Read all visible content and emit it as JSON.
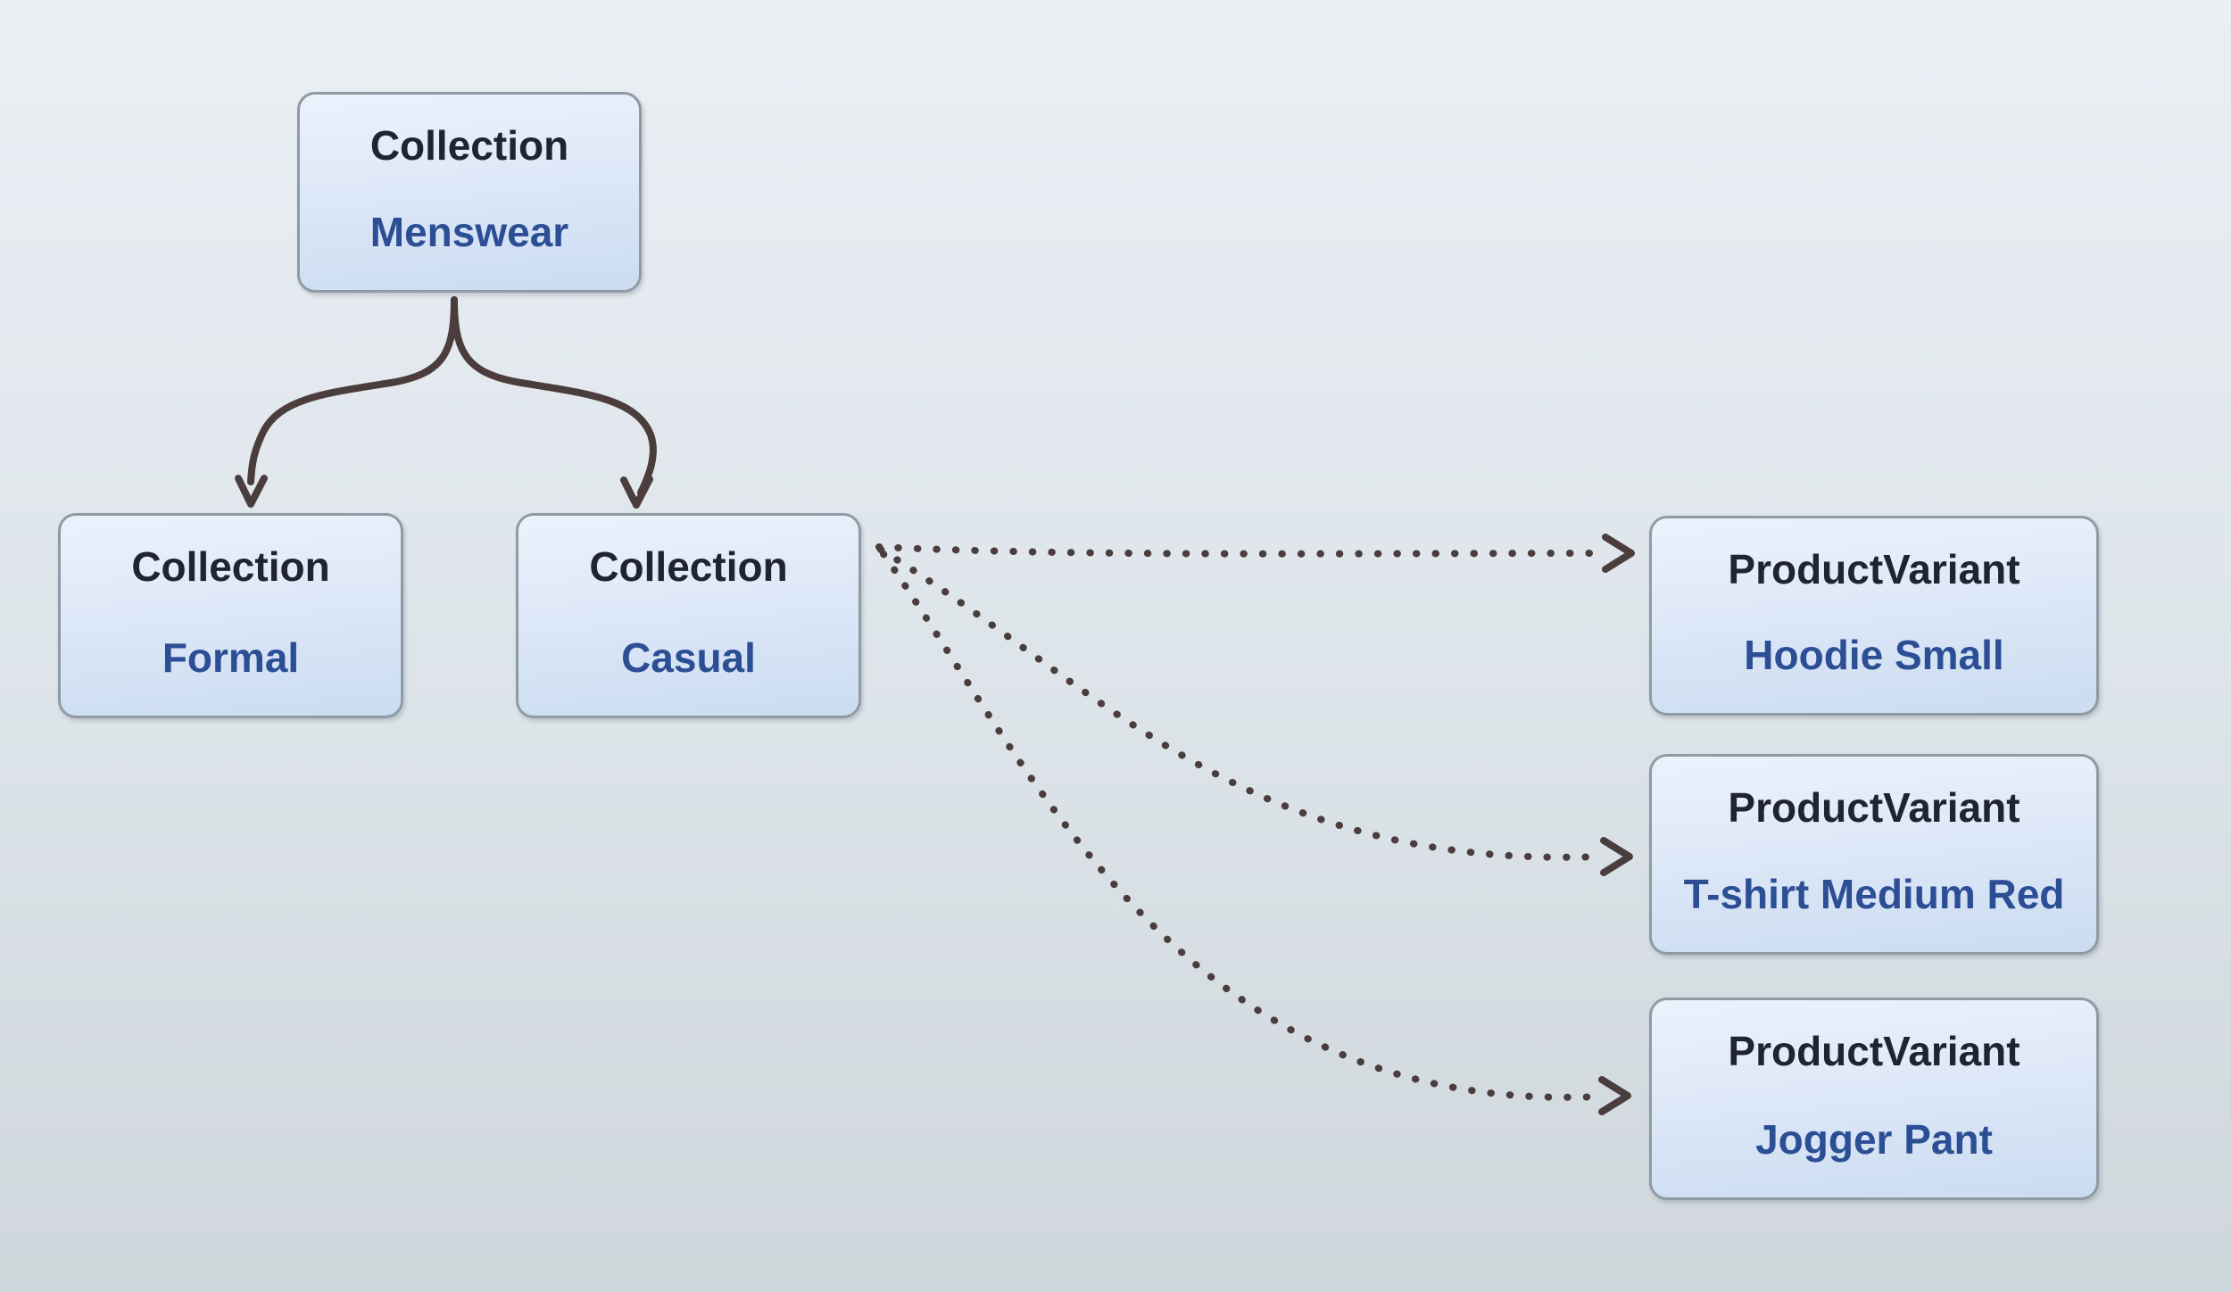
{
  "diagram": {
    "nodes": {
      "menswear": {
        "type": "Collection",
        "label": "Menswear"
      },
      "formal": {
        "type": "Collection",
        "label": "Formal"
      },
      "casual": {
        "type": "Collection",
        "label": "Casual"
      },
      "hoodie": {
        "type": "ProductVariant",
        "label": "Hoodie Small"
      },
      "tshirt": {
        "type": "ProductVariant",
        "label": "T-shirt Medium Red"
      },
      "jogger": {
        "type": "ProductVariant",
        "label": "Jogger Pant"
      }
    },
    "edges": [
      {
        "from": "Menswear",
        "to": "Formal",
        "style": "solid-arrow"
      },
      {
        "from": "Menswear",
        "to": "Casual",
        "style": "solid-arrow"
      },
      {
        "from": "Casual",
        "to": "Hoodie Small",
        "style": "dotted-arrow"
      },
      {
        "from": "Casual",
        "to": "T-shirt Medium Red",
        "style": "dotted-arrow"
      },
      {
        "from": "Casual",
        "to": "Jogger Pant",
        "style": "dotted-arrow"
      }
    ],
    "colors": {
      "node_fill_top": "#ecf2fc",
      "node_fill_bottom": "#cbdcf1",
      "node_border": "#8f9ba4",
      "type_text": "#20242f",
      "label_text": "#2c4e95",
      "edge": "#4a3d3c",
      "background_top": "#eaeff4",
      "background_bottom": "#d0d7dc"
    }
  }
}
